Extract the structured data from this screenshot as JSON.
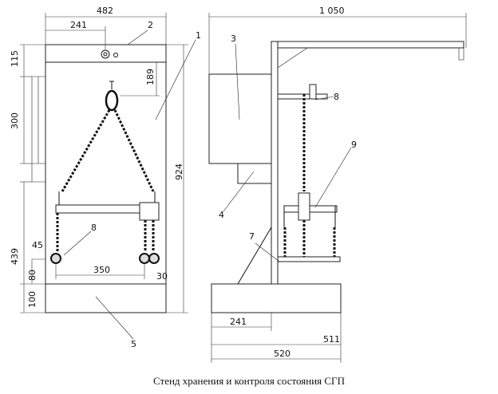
{
  "caption": "Стенд хранения и контроля состояния СГП",
  "front_view": {
    "dims": {
      "overall_width": "482",
      "hook_offset": "241",
      "top_height": "115",
      "hook_drop": "189",
      "upper_section": "300",
      "overall_height": "924",
      "lower_section": "439",
      "hook_size": "45",
      "gap": "80",
      "base_height": "100",
      "spacing": "350",
      "side_gap": "30"
    },
    "callouts": {
      "frame": "1",
      "top_beam": "2",
      "sling": "8",
      "base": "5"
    }
  },
  "side_view": {
    "dims": {
      "overall_width": "1 050",
      "base_offset": "241",
      "base_width": "511",
      "total_depth": "520"
    },
    "callouts": {
      "column": "3",
      "brace": "4",
      "shelf": "7",
      "hook_bracket": "8",
      "beam": "9"
    }
  }
}
